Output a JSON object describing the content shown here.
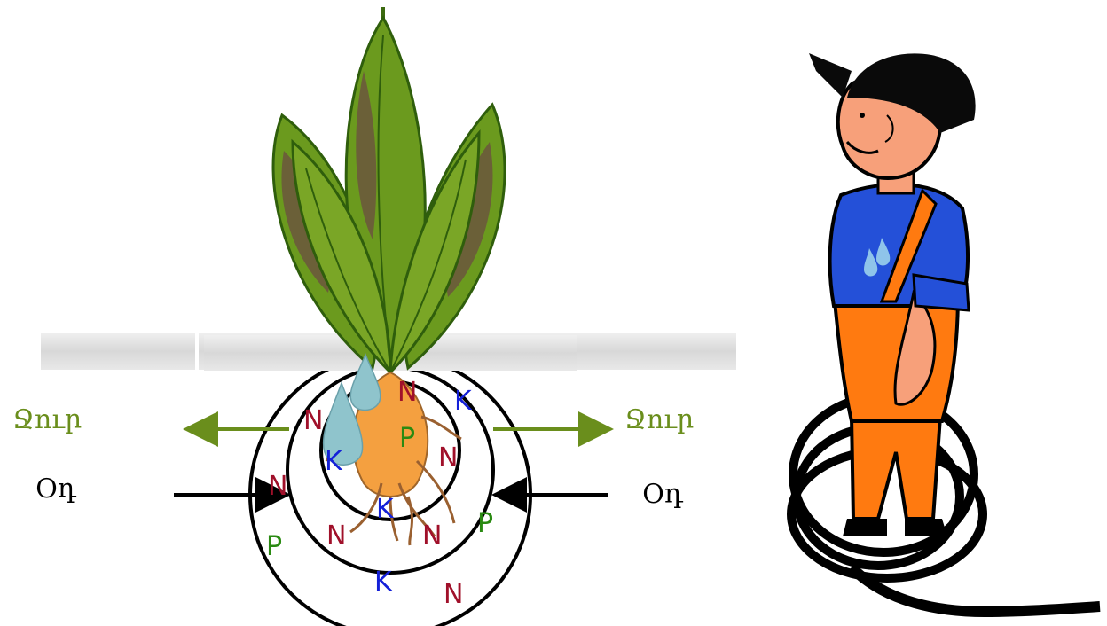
{
  "labels": {
    "water_left": "Ջուր",
    "water_right": "Ջուր",
    "air_left": "Օդ",
    "air_right": "Օդ"
  },
  "nutrients": [
    {
      "sym": "N",
      "color": "#a0102a"
    },
    {
      "sym": "K",
      "color": "#1420d8"
    },
    {
      "sym": "N",
      "color": "#a0102a"
    },
    {
      "sym": "P",
      "color": "#2a8a12"
    },
    {
      "sym": "N",
      "color": "#a0102a"
    },
    {
      "sym": "K",
      "color": "#1420d8"
    },
    {
      "sym": "N",
      "color": "#a0102a"
    },
    {
      "sym": "K",
      "color": "#1420d8"
    },
    {
      "sym": "N",
      "color": "#a0102a"
    },
    {
      "sym": "N",
      "color": "#a0102a"
    },
    {
      "sym": "P",
      "color": "#2a8a12"
    },
    {
      "sym": "P",
      "color": "#2a8a12"
    },
    {
      "sym": "K",
      "color": "#1420d8"
    },
    {
      "sym": "N",
      "color": "#a0102a"
    }
  ],
  "colors": {
    "water_arrow": "#6a8e1c",
    "leaf": "#6b9a1e",
    "leaf_dark": "#6b6038",
    "root_bulb": "#f4a040",
    "droplet": "#8fc4cc",
    "shirt": "#2450d8",
    "overalls": "#ff7a10",
    "skin": "#f7a07a",
    "cap": "#0a0a0a",
    "soil_band": "#e2e2e2"
  },
  "icons": [
    "plant-illustration",
    "water-droplet-icon",
    "gardener-illustration",
    "hose-coil-icon"
  ]
}
